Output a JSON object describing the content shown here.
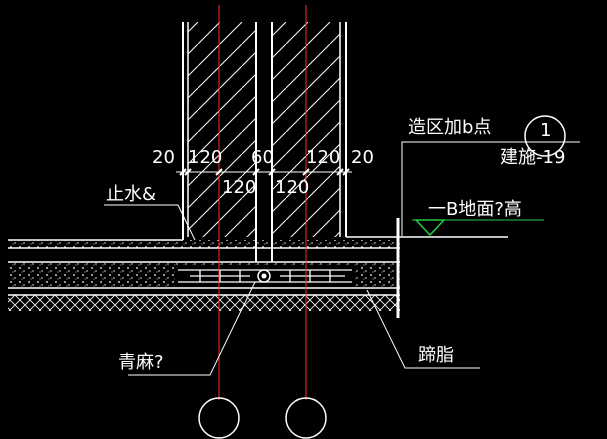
{
  "colors": {
    "background": "#000000",
    "lines": "#ffffff",
    "axis": "#ff2a2a",
    "level_marker": "#22cc44"
  },
  "dimensions": {
    "top": [
      "20",
      "120",
      "60",
      "120",
      "20"
    ],
    "bottom": [
      "120",
      "120"
    ]
  },
  "labels": {
    "waterstop": "止水&",
    "hemp": "青麻?",
    "asphalt": "蹄脂",
    "level_note": "一B地面?高",
    "ref_note": "造区加b点",
    "index_top": "1",
    "index_bottom": "建施-19"
  },
  "icons": [
    "level-triangle-icon",
    "axis-bubble-icon"
  ]
}
